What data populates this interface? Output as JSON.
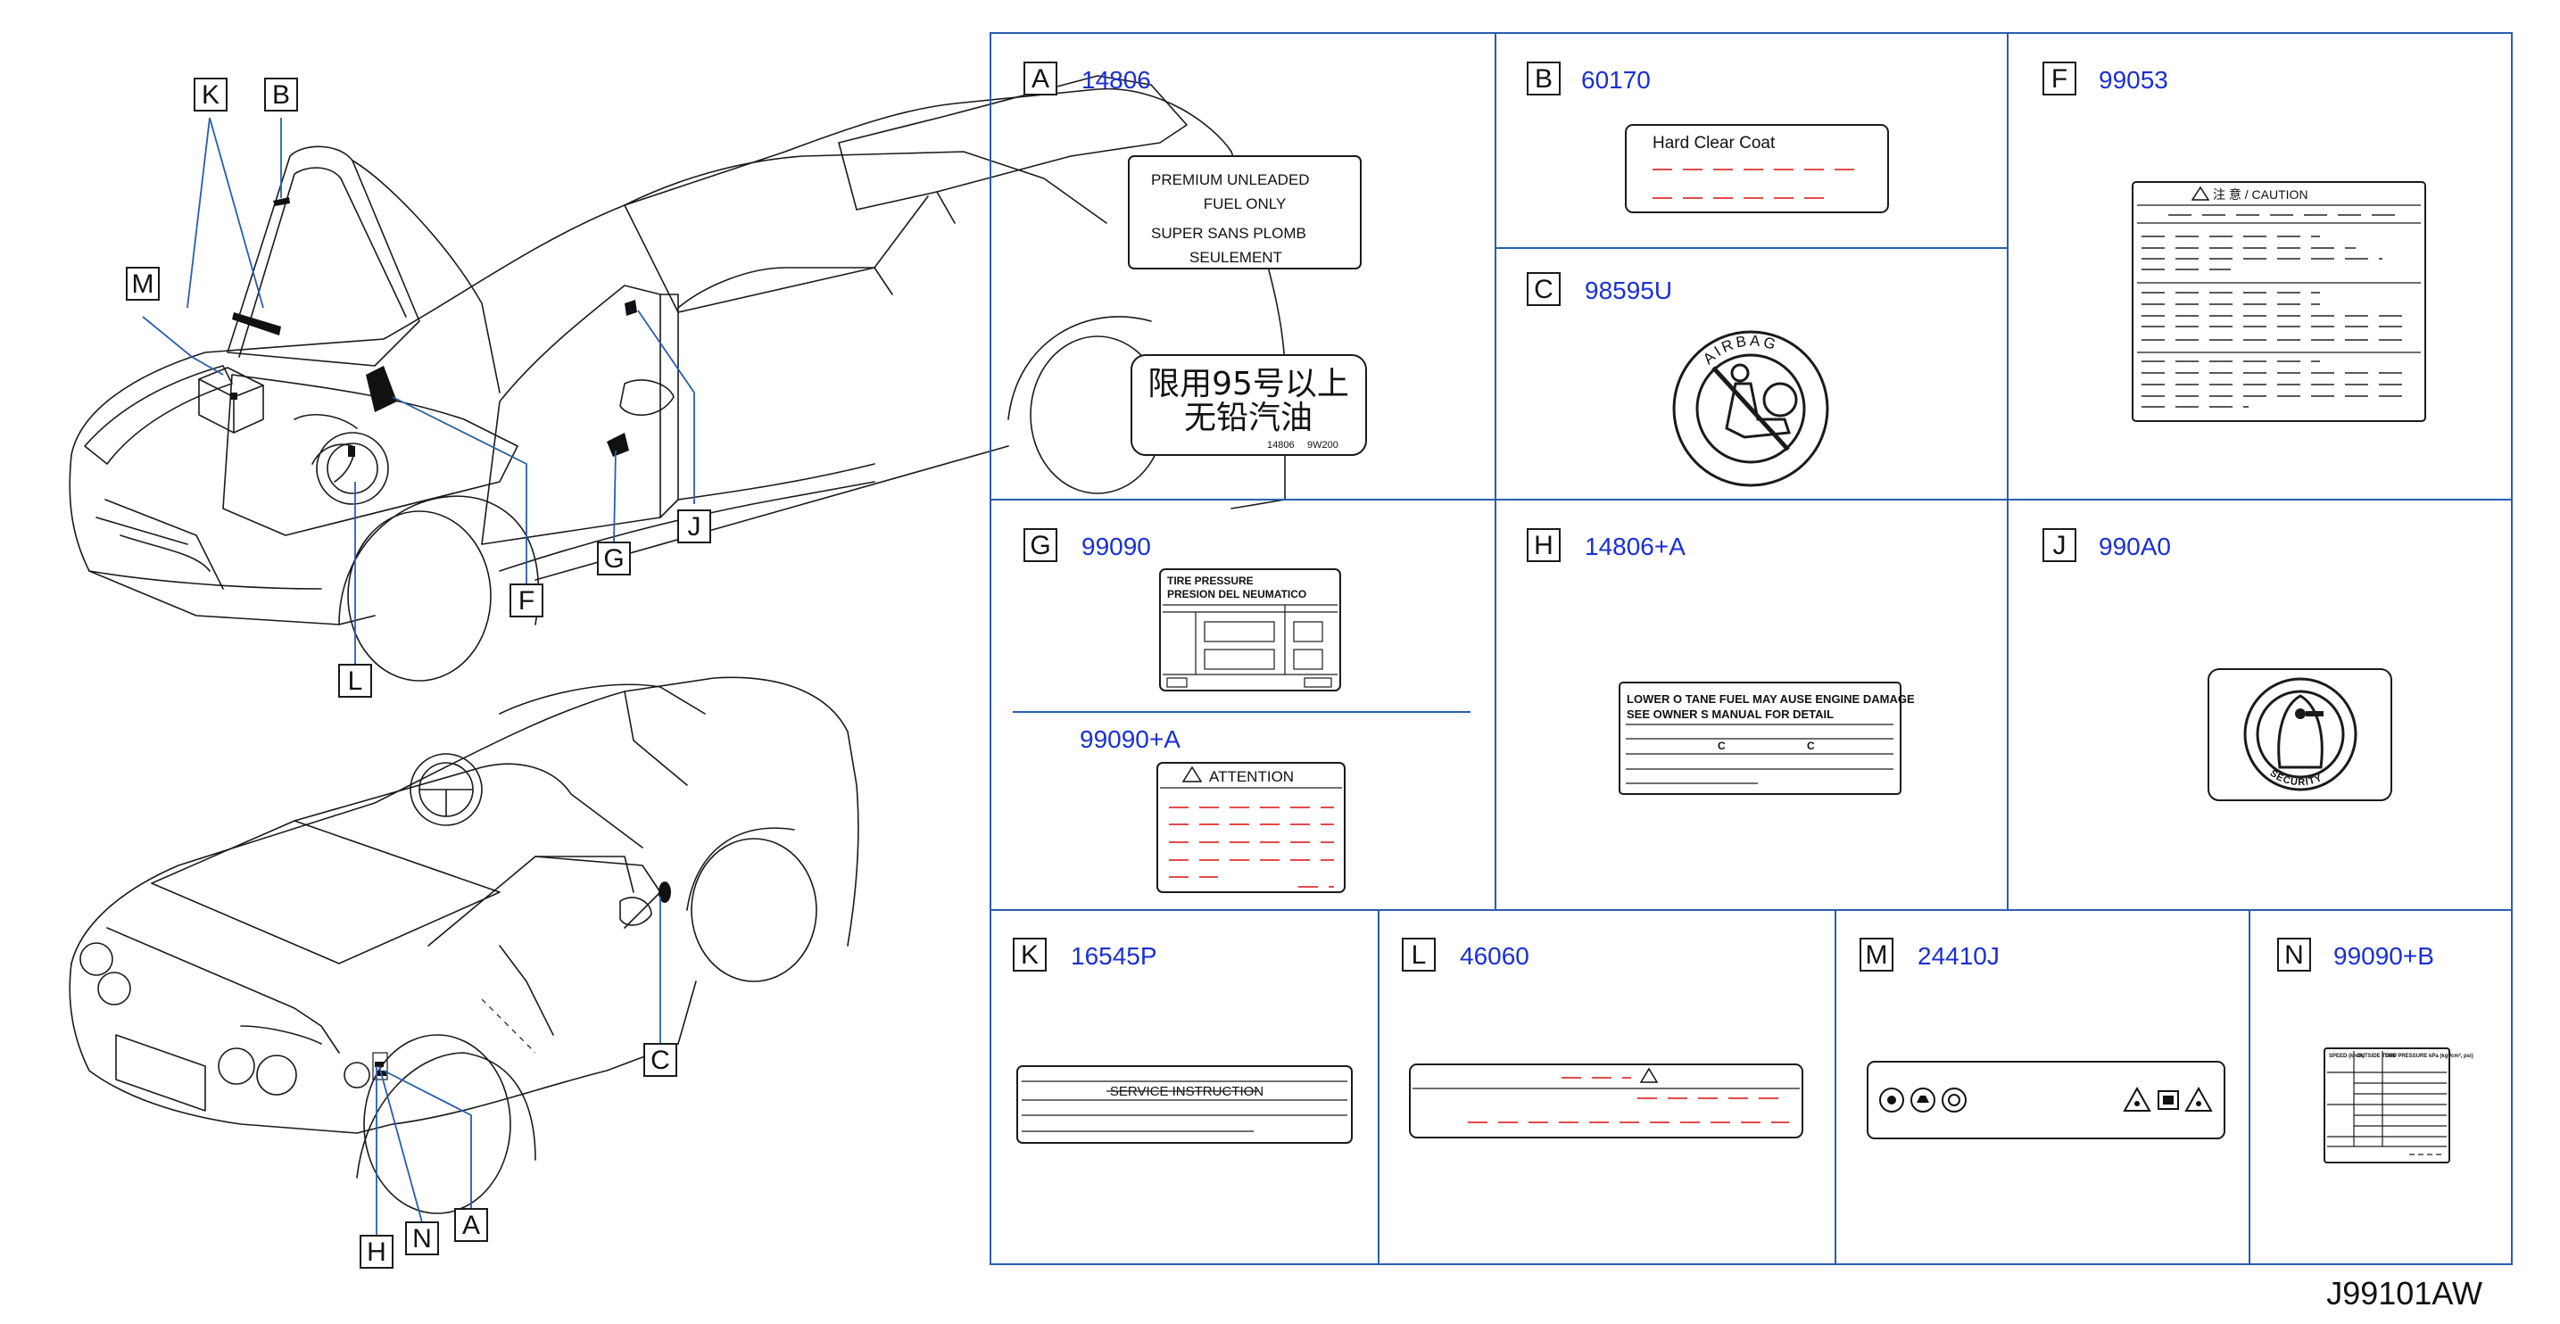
{
  "diagram": {
    "reference_code": "J99101AW",
    "callouts": [
      "K",
      "B",
      "M",
      "F",
      "L",
      "G",
      "J",
      "C",
      "H",
      "N",
      "A"
    ],
    "cells": {
      "A": {
        "letter": "A",
        "code": "14806",
        "label_en": [
          "PREMIUM    UNLEADED",
          "FUEL    ONLY",
          "SUPER    SANS    PLOMB",
          "SEULEMENT"
        ],
        "label_cn": [
          "限用95号以上",
          "无铅汽油"
        ],
        "label_cn_foot": [
          "14806",
          "9W200"
        ]
      },
      "B": {
        "letter": "B",
        "code": "60170",
        "label_text": "Hard    Clear    Coat"
      },
      "C": {
        "letter": "C",
        "code": "98595U",
        "ring_text": "AIRBAG"
      },
      "F": {
        "letter": "F",
        "code": "99053",
        "header_text": "注 意 /    CAUTION"
      },
      "G": {
        "letter": "G",
        "code": "99090",
        "label_lines": [
          "TIRE PRESSURE",
          "PRESION DEL NEUMATICO"
        ],
        "sub_code": "99090+A",
        "sub_header": "ATTENTION"
      },
      "H": {
        "letter": "H",
        "code": "14806+A",
        "label_lines": [
          "LOWER O  TANE FUEL MAY  AUSE ENGINE DAMAGE",
          "SEE OWNER S MANUAL FOR DETAIL"
        ],
        "marks": [
          "C",
          "C"
        ]
      },
      "J": {
        "letter": "J",
        "code": "990A0",
        "ring_text": "SECURITY"
      },
      "K": {
        "letter": "K",
        "code": "16545P",
        "label_text": "SERVICE    INSTRUCTION"
      },
      "L": {
        "letter": "L",
        "code": "46060"
      },
      "M": {
        "letter": "M",
        "code": "24410J"
      },
      "N": {
        "letter": "N",
        "code": "99090+B",
        "headers": [
          "SPEED (km/h)",
          "OUTSIDE TEMP",
          "TIRE PRESSURE kPa (kgf/cm², psi)"
        ]
      }
    },
    "colors": {
      "code_text": "#1a2fd6",
      "grid_border": "#2a5db0",
      "leader": "#2a5db0",
      "placeholder_red": "#e03030"
    }
  }
}
